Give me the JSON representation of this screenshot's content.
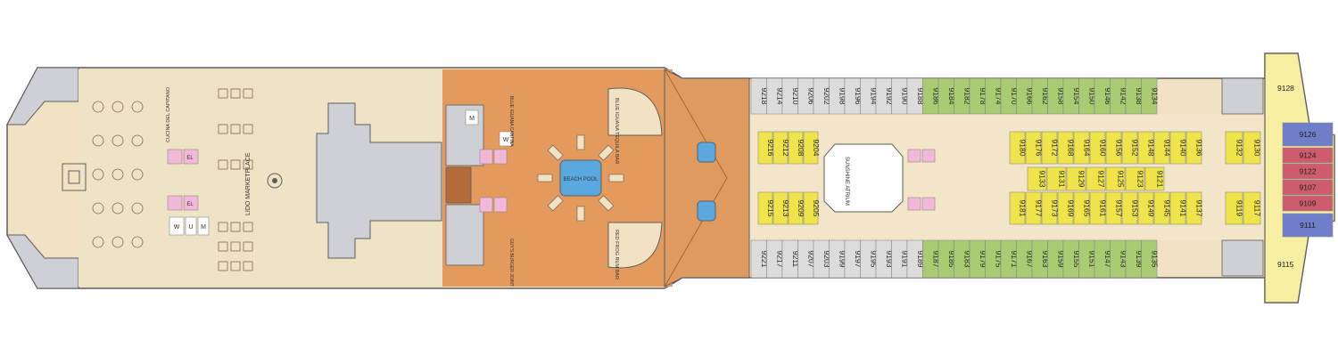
{
  "title": "",
  "colors": {
    "deck_base": "#f2e2c4",
    "lido_zone": "#efe3c6",
    "pool_zone": "#e49a5c",
    "deck_wood": "#df9b5f",
    "corridor": "#f3e6c8",
    "service": "#cfd0d6",
    "cabin_gray": "#dcdcdc",
    "cabin_green": "#a9cc72",
    "cabin_yellow": "#efe44a",
    "suite_blue": "#6f7ec9",
    "suite_red": "#cf5c6c",
    "stern_yellow": "#f6efa1",
    "elevator": "#f2b8d8",
    "pool_water": "#5aa8e0",
    "outline": "#5e5e5e"
  },
  "labels": {
    "lido_marketplace": "LIDO MARKETPLACE",
    "cucina": "CUCINA DEL CAPITANO",
    "blue_iguana": "BLUE IGUANA TEQUILA BAR",
    "red_frog": "RED FROG RUM BAR",
    "beach_pool": "BEACH POOL",
    "guys_burger": "GUY'S BURGER JOINT",
    "blue_iguana_cantina": "BLUE IGUANA CANTINA",
    "sunshine_atrium": "SUNSHINE ATRIUM",
    "el": "EL",
    "m": "M",
    "w": "W",
    "u": "U"
  },
  "cabins": {
    "top_gray": [
      "9218",
      "9214",
      "9210",
      "9206",
      "9202",
      "9198",
      "9196",
      "9194",
      "9192",
      "9190",
      "9188"
    ],
    "top_green": [
      "9186",
      "9184",
      "9182",
      "9178",
      "9174",
      "9170",
      "9166",
      "9162",
      "9158",
      "9154",
      "9150",
      "9146",
      "9142",
      "9138",
      "9134"
    ],
    "bottom_gray": [
      "9221",
      "9217",
      "9211",
      "9207",
      "9203",
      "9199",
      "9197",
      "9195",
      "9193",
      "9191",
      "9189"
    ],
    "bottom_green": [
      "9187",
      "9185",
      "9183",
      "9179",
      "9175",
      "9171",
      "9167",
      "9163",
      "9159",
      "9155",
      "9151",
      "9147",
      "9143",
      "9139",
      "9135"
    ],
    "inner_top_a": [
      "9216",
      "9212",
      "9208",
      "9204"
    ],
    "inner_bot_a": [
      "9215",
      "9213",
      "9209",
      "9205"
    ],
    "yellow_row1": [
      "9180",
      "9176",
      "9172",
      "9168",
      "9164",
      "9160",
      "9156",
      "9152",
      "9148",
      "9144",
      "9140",
      "9136"
    ],
    "yellow_row2": [
      "9133",
      "9131",
      "9129",
      "9127",
      "9125",
      "9123",
      "9121"
    ],
    "yellow_row3": [
      "9181",
      "9177",
      "9173",
      "9169",
      "9165",
      "9161",
      "9157",
      "9153",
      "9149",
      "9145",
      "9141",
      "9137"
    ],
    "yellow_side": [
      "9132",
      "9130",
      "9119",
      "9117"
    ],
    "stern_top": "9128",
    "stern_bottom": "9115",
    "suites": [
      "9126",
      "9124",
      "9122",
      "9107",
      "9109",
      "9111"
    ]
  }
}
